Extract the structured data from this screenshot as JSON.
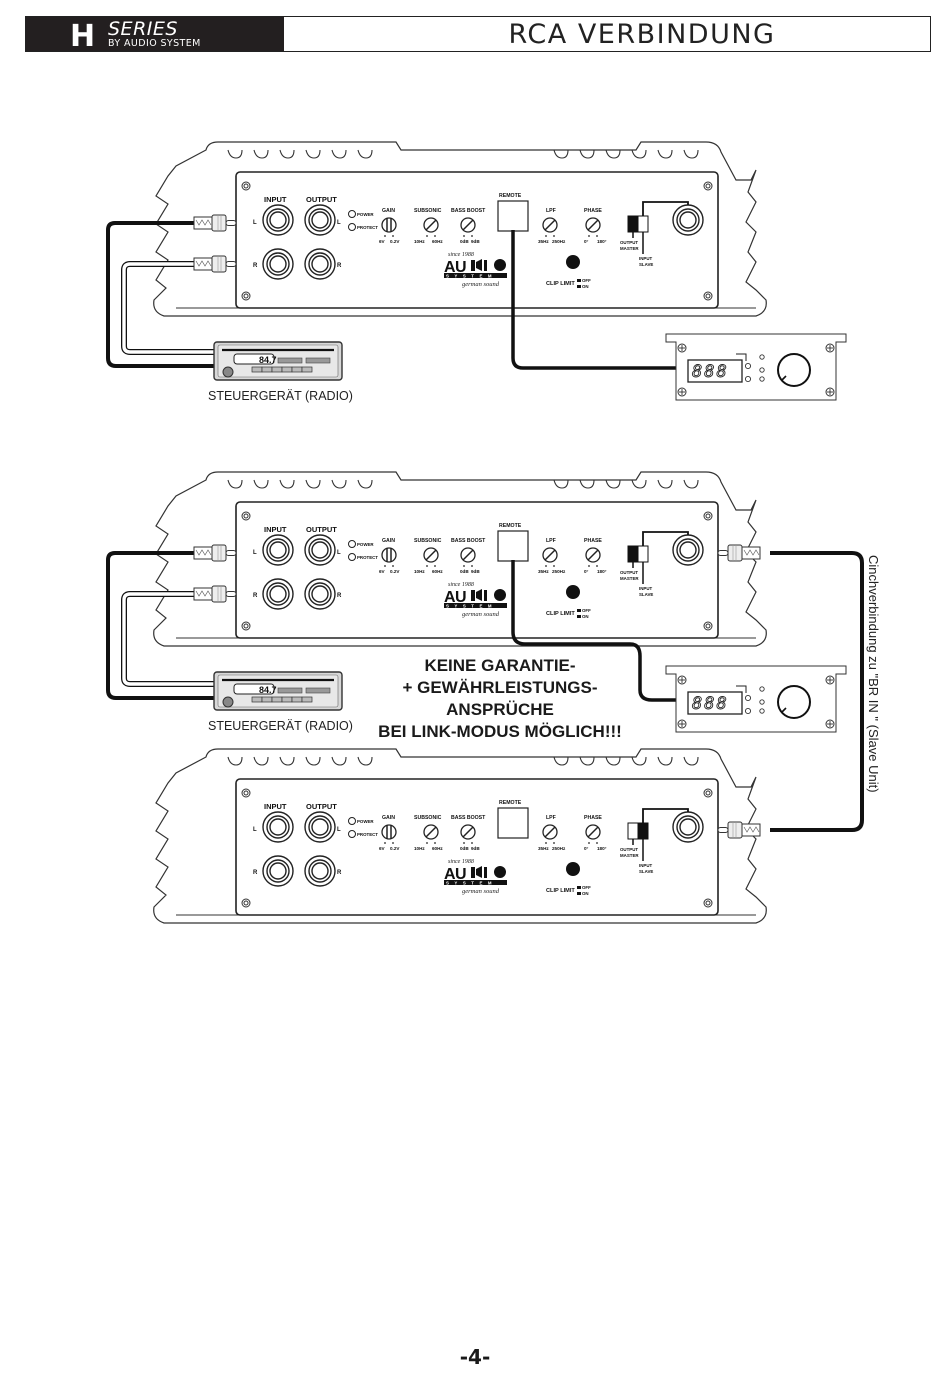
{
  "header": {
    "brand_letter": "H",
    "brand_series": "SERIES",
    "brand_sub": "BY AUDIO SYSTEM",
    "title": "RCA VERBINDUNG"
  },
  "amplifier_panel": {
    "input_label": "INPUT",
    "output_label": "OUTPUT",
    "left_channel": "L",
    "right_channel": "R",
    "power_led": "POWER",
    "protect_led": "PROTECT",
    "gain": {
      "label": "GAIN",
      "min": "6V",
      "max": "0.2V"
    },
    "subsonic": {
      "label": "SUBSONIC",
      "min": "10Hz",
      "max": "60Hz"
    },
    "bass_boost": {
      "label": "BASS BOOST",
      "min": "0dB",
      "max": "9dB"
    },
    "remote_label": "REMOTE",
    "lpf": {
      "label": "LPF",
      "min": "35Hz",
      "max": "250Hz"
    },
    "phase": {
      "label": "PHASE",
      "min": "0°",
      "max": "180°"
    },
    "clip_limit": {
      "label": "CLIP LIMIT",
      "off": "OFF",
      "on": "ON"
    },
    "link_switch": {
      "output": "OUTPUT",
      "master": "MASTER",
      "input": "INPUT",
      "slave": "SLAVE"
    },
    "logo": {
      "since": "since 1988",
      "audio": "AUDIO",
      "system": "SYSTEM",
      "tagline": "german sound"
    }
  },
  "amplifiers": [
    {
      "name": "amp-top",
      "switch_mode": "master"
    },
    {
      "name": "amp-master",
      "switch_mode": "master"
    },
    {
      "name": "amp-slave",
      "switch_mode": "slave"
    }
  ],
  "radio": {
    "frequency": "84.7",
    "label": "STEUERGERÄT (RADIO)"
  },
  "remote_controller": {
    "display": "888"
  },
  "warning_lines": [
    "KEINE GARANTIE-",
    "+ GEWÄHRLEISTUNGS-",
    "ANSPRÜCHE",
    "BEI LINK-MODUS MÖGLICH!!!"
  ],
  "link_cable_note": "Cinchverbindung zu \"BR IN \" (Slave Unit)",
  "page_number": "-4-"
}
